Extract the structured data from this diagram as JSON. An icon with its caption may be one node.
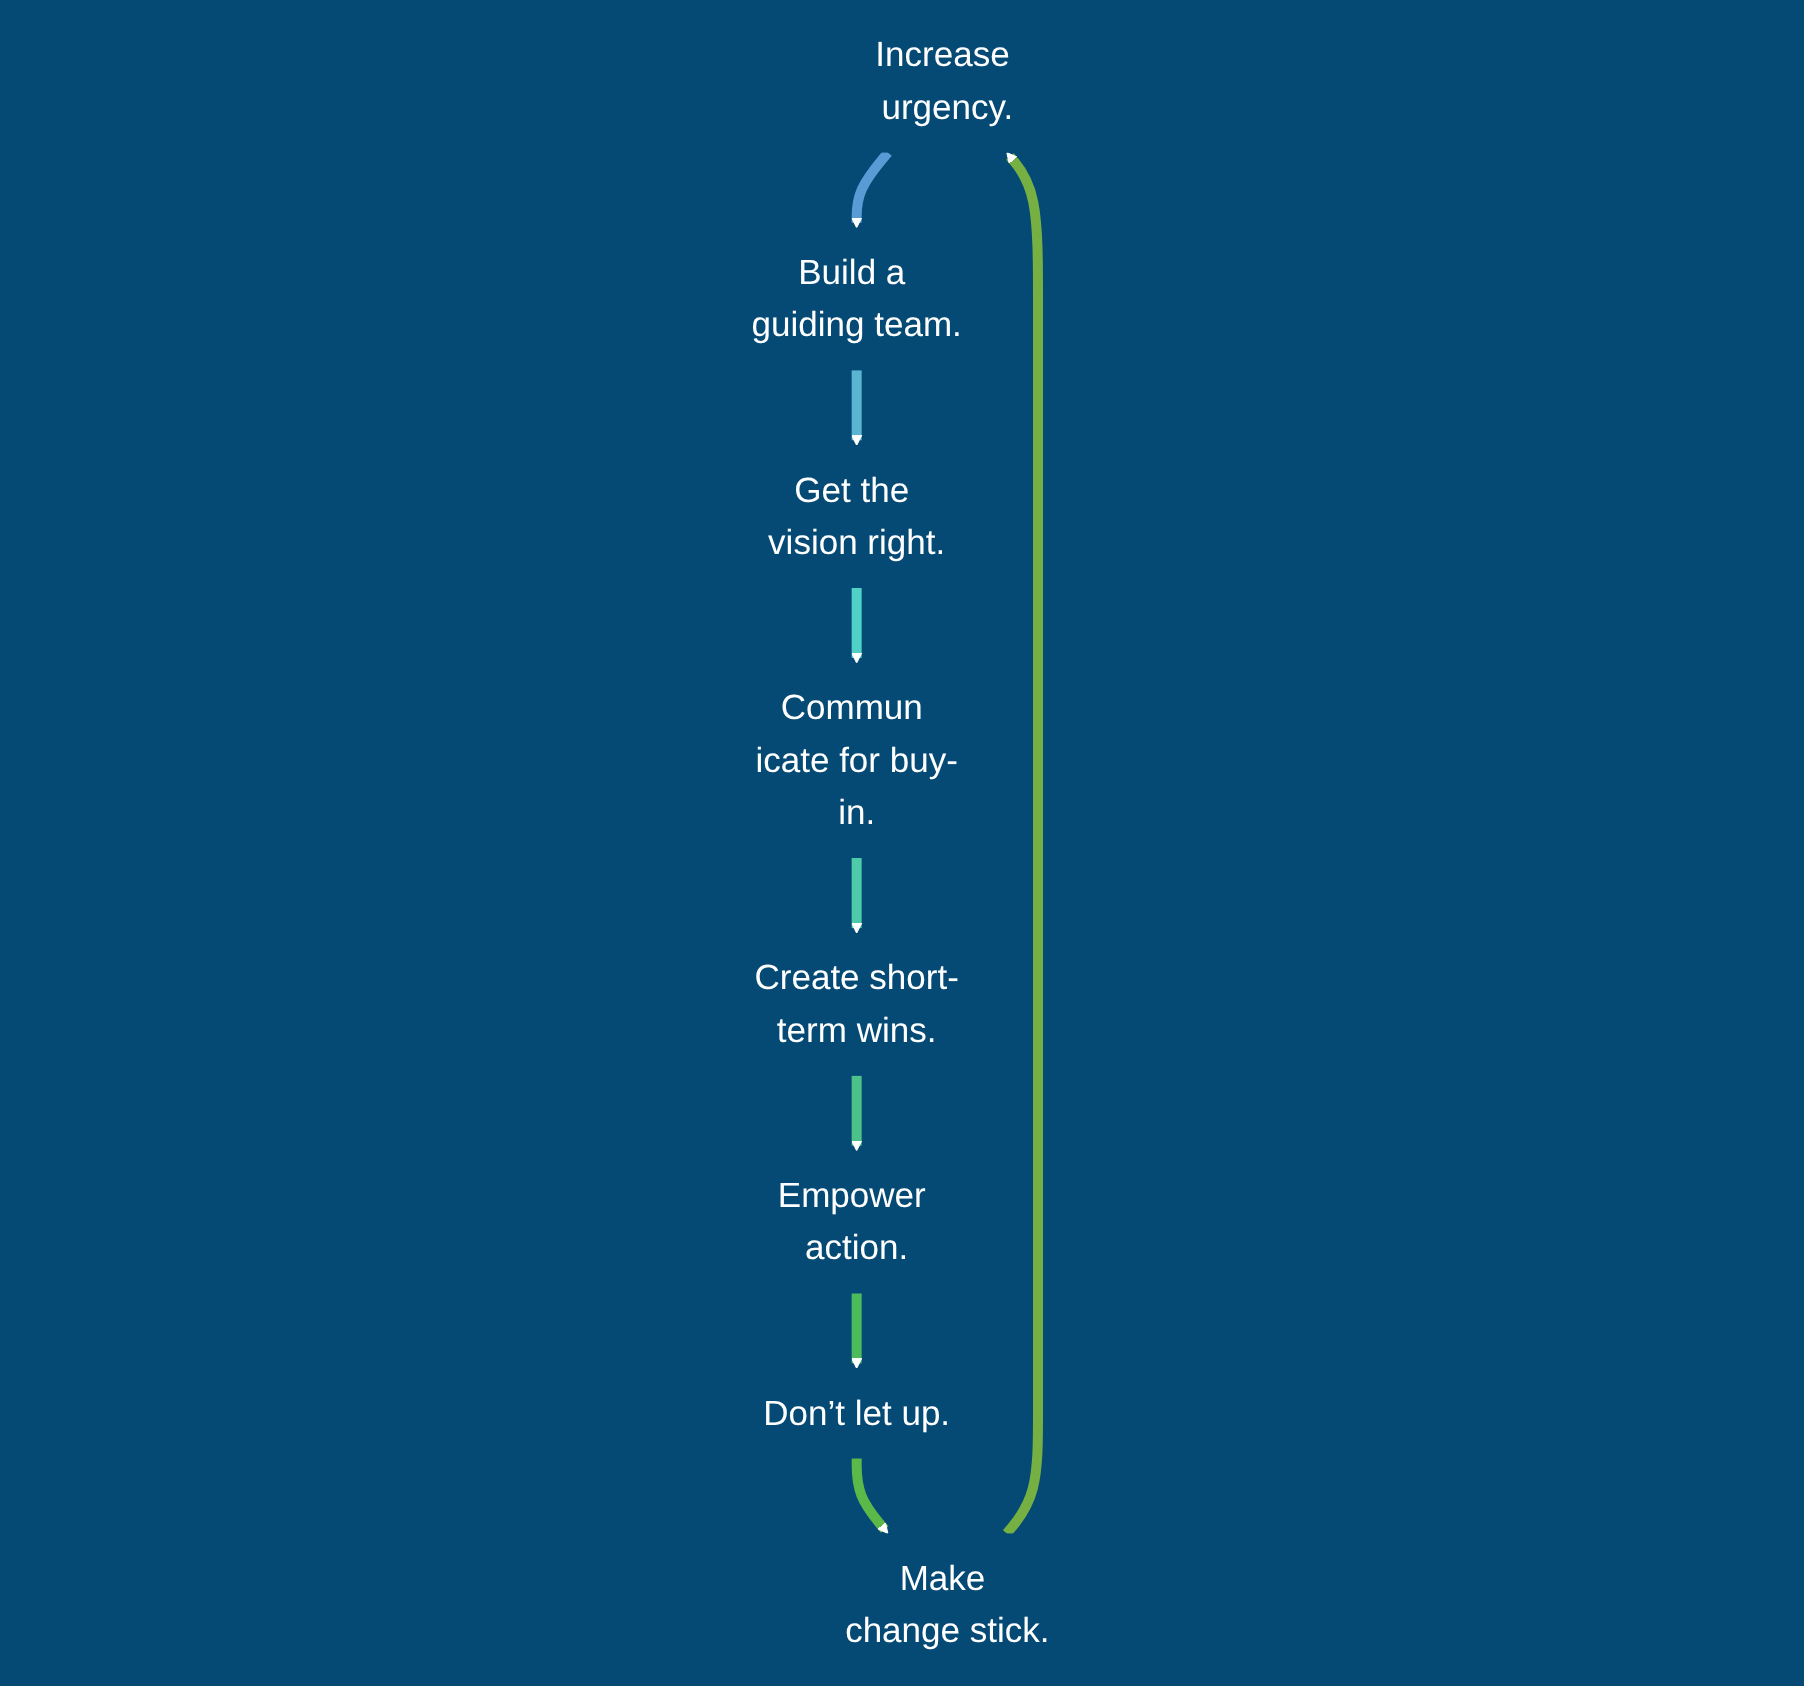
{
  "diagram": {
    "nodes": [
      {
        "text": [
          "Increase urgency."
        ]
      },
      {
        "text": [
          "Build a guiding team."
        ]
      },
      {
        "text": [
          "Get the vision right."
        ]
      },
      {
        "text": [
          "Commun icate for buy-in."
        ]
      },
      {
        "text": [
          "Create short-term wins."
        ]
      },
      {
        "text": [
          "Empower action."
        ]
      },
      {
        "text": [
          "Don’t let up."
        ]
      },
      {
        "text": [
          "Make change stick."
        ]
      }
    ],
    "edges": [
      {
        "from": 7,
        "to": 0,
        "arrow": "to",
        "color": "#76b043"
      },
      {
        "from": 0,
        "to": 1,
        "arrow": "to",
        "color": "#5b9bd5"
      },
      {
        "from": 1,
        "to": 2,
        "arrow": "to",
        "color": "#5bb5d0"
      },
      {
        "from": 2,
        "to": 3,
        "arrow": "to",
        "color": "#4fd1c5"
      },
      {
        "from": 3,
        "to": 4,
        "arrow": "to",
        "color": "#4ecba8"
      },
      {
        "from": 4,
        "to": 5,
        "arrow": "to",
        "color": "#4cc28a"
      },
      {
        "from": 5,
        "to": 6,
        "arrow": "to",
        "color": "#4cbb5c"
      },
      {
        "from": 6,
        "to": 7,
        "arrow": "to",
        "color": "#5cb848"
      }
    ]
  }
}
